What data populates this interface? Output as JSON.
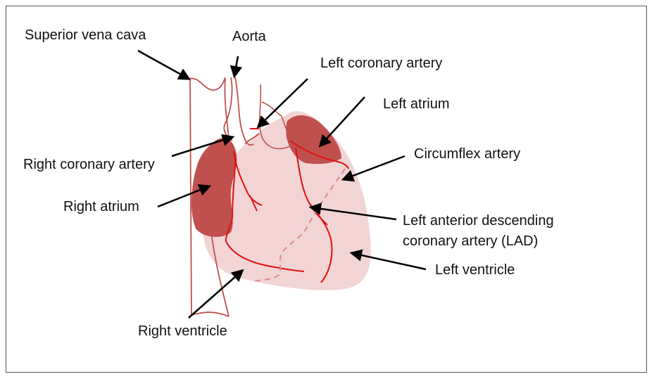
{
  "labels": {
    "superior_vena_cava": "Superior vena cava",
    "aorta": "Aorta",
    "left_coronary_artery": "Left coronary artery",
    "left_atrium": "Left atrium",
    "circumflex_artery": "Circumflex artery",
    "right_coronary_artery": "Right coronary artery",
    "right_atrium": "Right atrium",
    "lad_line1": "Left anterior descending",
    "lad_line2": "coronary artery (LAD)",
    "left_ventricle": "Left ventricle",
    "right_ventricle": "Right ventricle"
  },
  "colors": {
    "heart_fill": "#f2d4d5",
    "atrium_fill": "#c0504d",
    "vessel_outline": "#c0504d",
    "artery": "#e01010",
    "artery_dashed": "#e08a8a",
    "arrow": "#000000"
  }
}
